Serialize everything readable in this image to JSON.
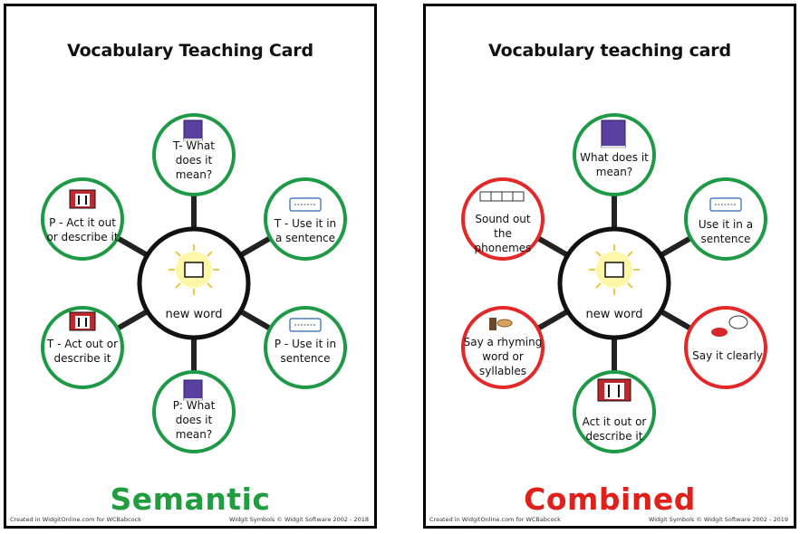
{
  "colors": {
    "semantic": "#1f9d3f",
    "combined": "#e0201b",
    "semantic_ring": "#1e9a46",
    "combined_ring": "#e3282a"
  },
  "cards": [
    {
      "title": "Vocabulary Teaching Card",
      "label": "Semantic",
      "center": "new word",
      "footer_left": "Created in WidgitOnline.com for WCBabcock",
      "footer_right": "Widgit Symbols © Widgit Software 2002 - 2018",
      "nodes": [
        {
          "text": "T- What does it mean?",
          "icon": "book-icon",
          "ring": "green"
        },
        {
          "text": "T - Use it in a sentence",
          "icon": "speech-bubble-icon",
          "ring": "green"
        },
        {
          "text": "P - Use it in sentence",
          "icon": "speech-bubble-icon",
          "ring": "green"
        },
        {
          "text": "P: What does it mean?",
          "icon": "book-icon",
          "ring": "green"
        },
        {
          "text": "T - Act out or describe it",
          "icon": "theatre-icon",
          "ring": "green"
        },
        {
          "text": "P - Act it out or describe it",
          "icon": "theatre-icon",
          "ring": "green"
        }
      ]
    },
    {
      "title": "Vocabulary teaching card",
      "label": "Combined",
      "center": "new word",
      "footer_left": "Created in WidgitOnline.com for WCBabcock",
      "footer_right": "Widgit Symbols © Widgit Software 2002 - 2019",
      "nodes": [
        {
          "text": "What does it mean?",
          "icon": "book-icon",
          "ring": "green"
        },
        {
          "text": "Use it in a sentence",
          "icon": "speech-bubble-icon",
          "ring": "green"
        },
        {
          "text": "Say it clearly",
          "icon": "mouth-speech-icon",
          "ring": "red"
        },
        {
          "text": "Act it out or describe it",
          "icon": "theatre-icon",
          "ring": "green"
        },
        {
          "text": "Say a rhyming word or syllables",
          "icon": "rhyme-icon",
          "ring": "red"
        },
        {
          "text": "Sound out the phonemes",
          "icon": "phoneme-boxes-icon",
          "ring": "red"
        }
      ]
    }
  ]
}
